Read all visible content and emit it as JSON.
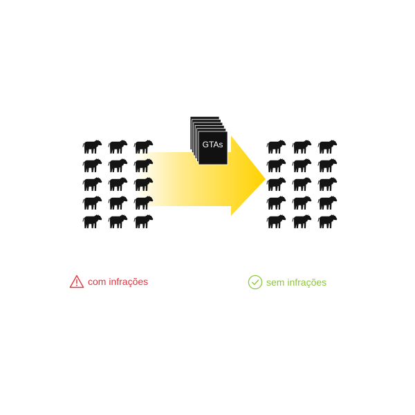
{
  "diagram": {
    "box_label": "GTAs",
    "left_herd": {
      "columns": 3,
      "rows": 5
    },
    "right_herd": {
      "columns": 3,
      "rows": 5
    },
    "document_stack_count": 6,
    "arrow_color": "#FFD200",
    "icon_color": "#141414"
  },
  "legend": {
    "left": {
      "label": "com infrações",
      "icon": "warning-triangle-icon",
      "color": "#E4343F"
    },
    "right": {
      "label": "sem infrações",
      "icon": "check-circle-icon",
      "color": "#8DC63F"
    }
  }
}
